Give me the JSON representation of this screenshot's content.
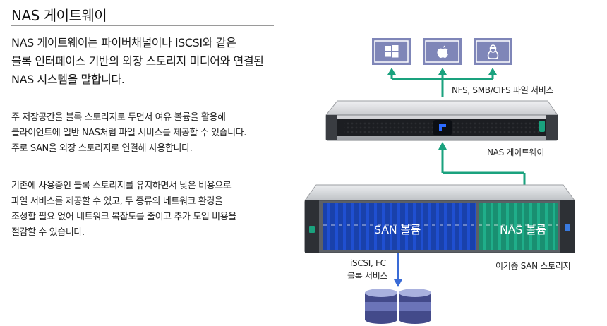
{
  "heading": "NAS 게이트웨이",
  "lead_lines": [
    "NAS 게이트웨이는 파이버채널이나 iSCSI와 같은",
    "블록 인터페이스 기반의 외장 스토리지 미디어와 연결된",
    "NAS 시스템을 말합니다."
  ],
  "para1_lines": [
    "주 저장공간을 블록 스토리지로 두면서 여유 볼륨을 활용해",
    "클라이언트에 일반 NAS처럼 파일 서비스를 제공할 수 있습니다.",
    "주로 SAN을 외장 스토리지로 연결해 사용합니다."
  ],
  "para2_lines": [
    "기존에 사용중인 블록 스토리지를 유지하면서 낮은 비용으로",
    "파일 서비스를 제공할 수 있고, 두 종류의 네트워크 환경을",
    "조성할 필요 없어 네트워크 복잡도를 줄이고 추가 도입 비용을",
    "절감할 수 있습니다."
  ],
  "diagram": {
    "clients": [
      "windows-icon",
      "apple-icon",
      "linux-icon"
    ],
    "file_service_label": "NFS, SMB/CIFS 파일 서비스",
    "gateway_label": "NAS 게이트웨이",
    "san_volume_label": "SAN 볼륨",
    "nas_volume_label": "NAS 볼륨",
    "block_service_line1": "iSCSI, FC",
    "block_service_line2": "블록 서비스",
    "storage_label": "이기종 SAN 스토리지",
    "colors": {
      "client_box": "#7f86b8",
      "network_green": "#1aa27e",
      "san_blue": "#1f4fd1",
      "nas_teal": "#1fae8a",
      "block_link_blue": "#3a6bd6"
    }
  }
}
